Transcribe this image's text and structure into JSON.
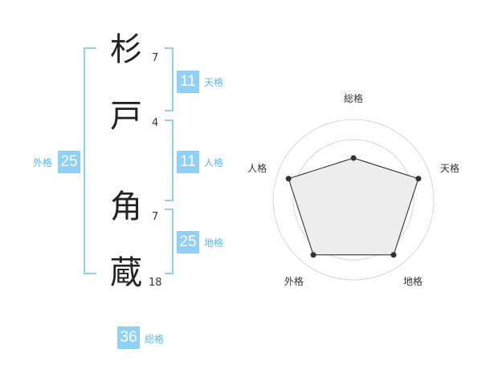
{
  "name": {
    "chars": [
      {
        "char": "杉",
        "strokes": "7"
      },
      {
        "char": "戸",
        "strokes": "4"
      },
      {
        "char": "角",
        "strokes": "7"
      },
      {
        "char": "蔵",
        "strokes": "18"
      }
    ]
  },
  "kaku": {
    "tenkaku": {
      "value": "11",
      "label": "天格"
    },
    "jinkaku": {
      "value": "11",
      "label": "人格"
    },
    "chikaku": {
      "value": "25",
      "label": "地格"
    },
    "gaikaku": {
      "value": "25",
      "label": "外格"
    },
    "soukaku": {
      "value": "36",
      "label": "総格"
    }
  },
  "chart_data": {
    "type": "radar",
    "categories": [
      "総格",
      "天格",
      "地格",
      "外格",
      "人格"
    ],
    "values": [
      0.52,
      0.85,
      0.85,
      0.85,
      0.85
    ],
    "max": 1,
    "rings": 4,
    "grid": true
  }
}
